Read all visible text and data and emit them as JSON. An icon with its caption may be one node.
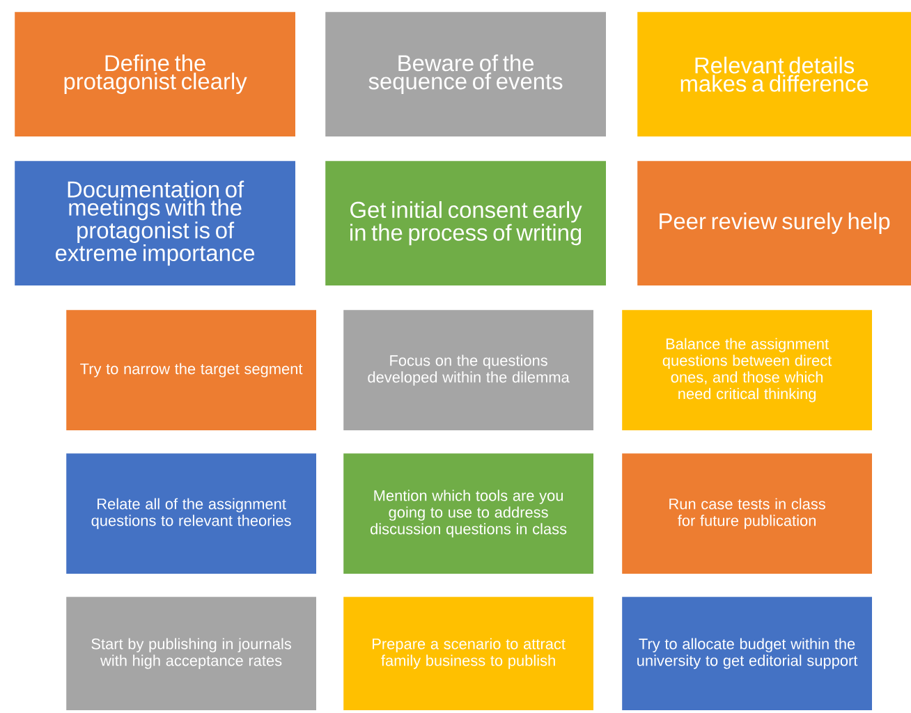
{
  "diagram": {
    "nodes": [
      {
        "text": [
          "Define the protagonist clearly"
        ]
      },
      {
        "text": [
          "Beware of the sequence of events"
        ]
      },
      {
        "text": [
          "Relevant details makes a difference"
        ]
      },
      {
        "text": [
          "Documentation of meetings with the protagonist is of extreme importance"
        ]
      },
      {
        "text": [
          "Get initial consent early in the process of writing"
        ]
      },
      {
        "text": [
          "Peer review surely help"
        ]
      },
      {
        "text": [
          "Try to narrow the target segment"
        ]
      },
      {
        "text": [
          "Focus on the questions developed within the dilemma"
        ]
      },
      {
        "text": [
          "Balance the assignment questions between direct ones, and those which need critical thinking"
        ]
      },
      {
        "text": [
          "Relate all of the assignment questions to relevant theories"
        ]
      },
      {
        "text": [
          "Mention which tools are you going to use to address discussion questions in class"
        ]
      },
      {
        "text": [
          "Run case tests in class for future publication"
        ]
      },
      {
        "text": [
          "Start by publishing in journals with high acceptance rates"
        ]
      },
      {
        "text": [
          "Prepare a scenario to attract family business to publish"
        ]
      },
      {
        "text": [
          "Try to allocate budget within the university to get editorial support"
        ]
      }
    ]
  }
}
